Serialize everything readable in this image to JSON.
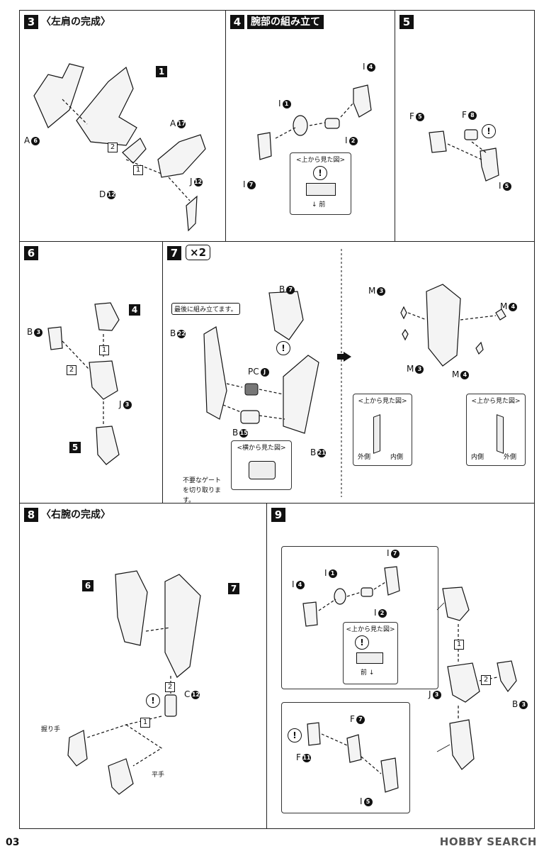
{
  "steps": {
    "s3": {
      "no": "3",
      "title": "〈左肩の完成〉"
    },
    "s4": {
      "no": "4",
      "title": "腕部の組み立て"
    },
    "s5": {
      "no": "5"
    },
    "s6": {
      "no": "6"
    },
    "s7": {
      "no": "7",
      "multiplier": "×2"
    },
    "s8": {
      "no": "8",
      "title": "〈右腕の完成〉"
    },
    "s9": {
      "no": "9"
    }
  },
  "s3_labels": {
    "ref1": "1",
    "a6": "A",
    "a6n": "6",
    "a17": "A",
    "a17n": "17",
    "d12": "D",
    "d12n": "12",
    "j12": "J",
    "j12n": "12",
    "o1": "1",
    "o2": "2"
  },
  "s4_labels": {
    "i4": "I",
    "i4n": "4",
    "i1": "I",
    "i1n": "1",
    "i2": "I",
    "i2n": "2",
    "i7": "I",
    "i7n": "7",
    "view": "<上から見た図>",
    "front": "前",
    "warn": "!"
  },
  "s5_labels": {
    "f5": "F",
    "f5n": "5",
    "f8": "F",
    "f8n": "8",
    "i5": "I",
    "i5n": "5",
    "warn": "!"
  },
  "s6_labels": {
    "ref4": "4",
    "ref5": "5",
    "b3": "B",
    "b3n": "3",
    "j3": "J",
    "j3n": "3",
    "o1": "1",
    "o2": "2"
  },
  "s7_labels": {
    "note": "最後に組み立てます。",
    "b7": "B",
    "b7n": "7",
    "b22": "B",
    "b22n": "22",
    "pcj": "PC",
    "pcjn": "J",
    "b15": "B",
    "b15n": "15",
    "b21": "B",
    "b21n": "21",
    "side_view": "<横から見た図>",
    "gate": "不要なゲートを切り取ります。",
    "warn": "!",
    "m3a": "M",
    "m3an": "3",
    "m3b": "M",
    "m3bn": "3",
    "m4a": "M",
    "m4an": "4",
    "m4b": "M",
    "m4bn": "4",
    "top_view_l": "<上から見た図>",
    "top_view_r": "<上から見た図>",
    "outer_l": "外側",
    "inner_l": "内側",
    "inner_r": "内側",
    "outer_r": "外側"
  },
  "s8_labels": {
    "ref6": "6",
    "ref7": "7",
    "c12": "C",
    "c12n": "12",
    "o1": "1",
    "o2": "2",
    "grip": "握り手",
    "flat": "平手",
    "warn": "!"
  },
  "s9_labels": {
    "i7": "I",
    "i7n": "7",
    "i4": "I",
    "i4n": "4",
    "i1": "I",
    "i1n": "1",
    "i2": "I",
    "i2n": "2",
    "view": "<上から見た図>",
    "front": "前",
    "j3": "J",
    "j3n": "3",
    "b3": "B",
    "b3n": "3",
    "f7": "F",
    "f7n": "7",
    "f11": "F",
    "f11n": "11",
    "i5": "I",
    "i5n": "5",
    "o1": "1",
    "o2": "2",
    "warn": "!"
  },
  "footer": {
    "page": "03",
    "brand": "HOBBY SEARCH"
  }
}
